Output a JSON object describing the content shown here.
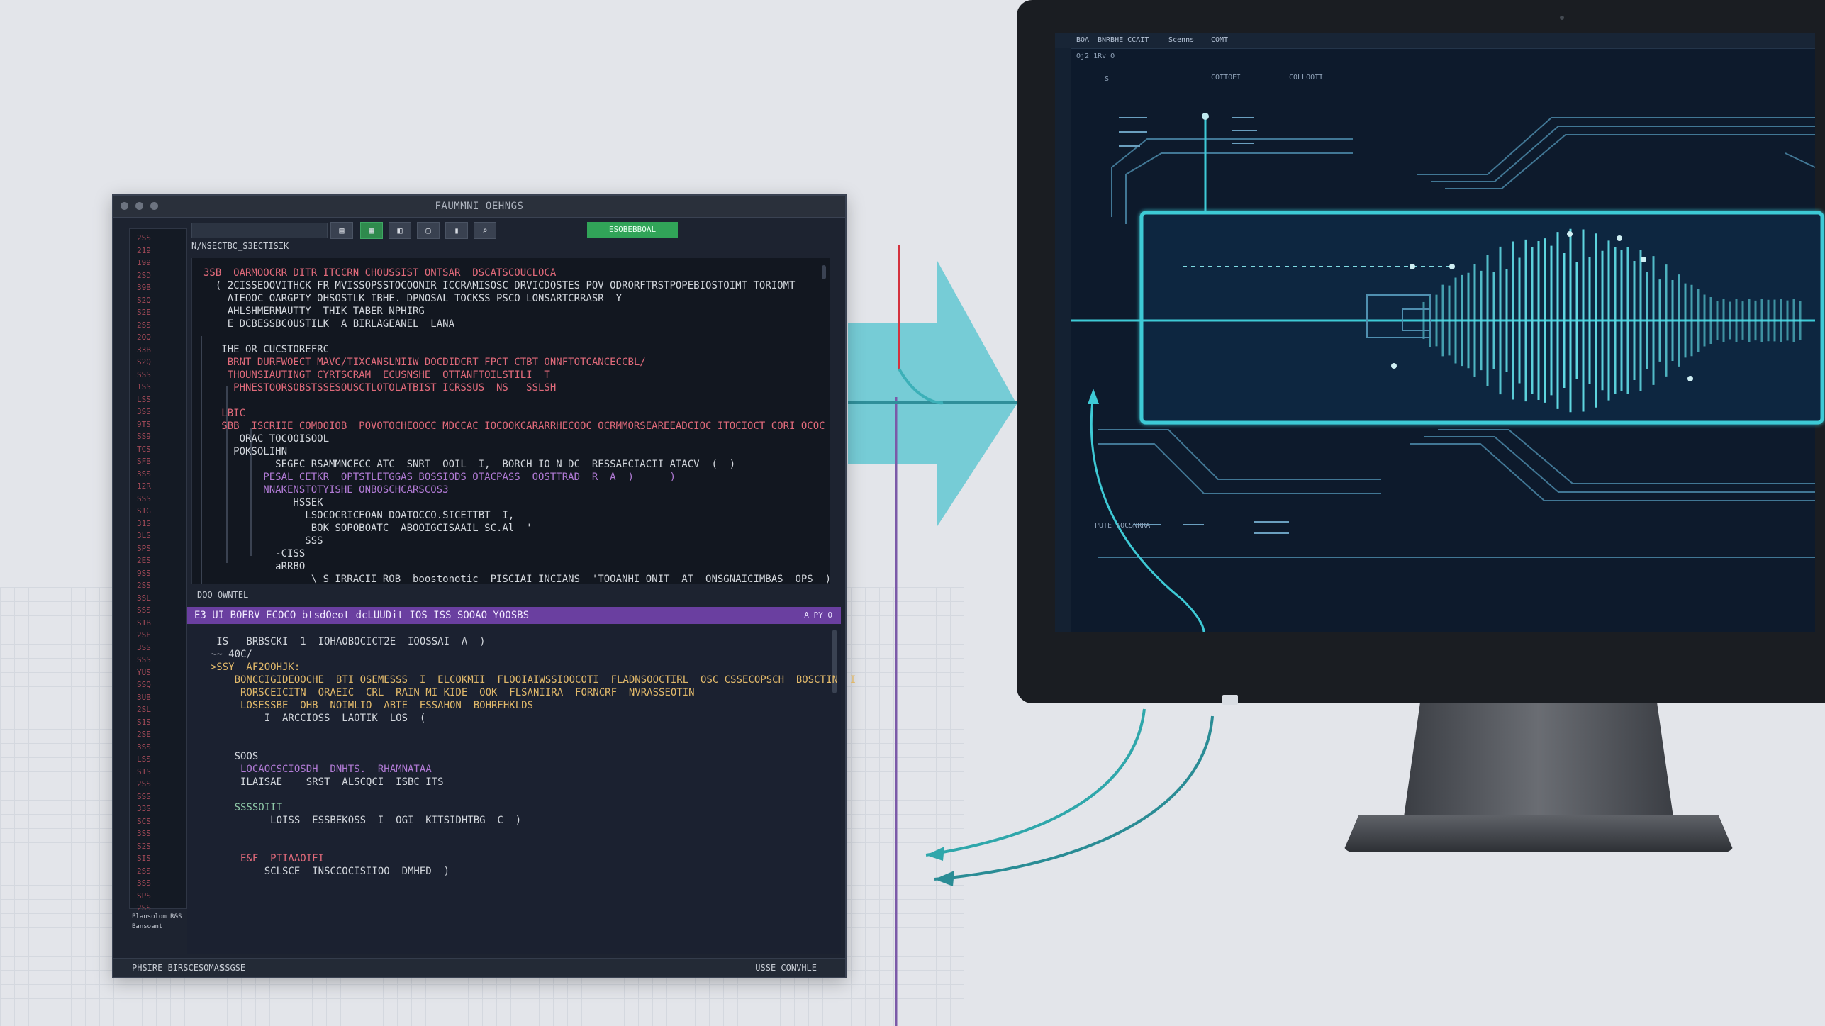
{
  "editor": {
    "window_title": "FAUMMNI OEHNGS",
    "toolbar": {
      "run_label": "ESOBEBBOAL",
      "file_tab": "N/NSECTBC_S3ECTISIK"
    },
    "gutter_lines": [
      "2SS",
      "219",
      "199",
      "2SD",
      "39B",
      "S2Q",
      "S2E",
      "2SS",
      "2QQ",
      "33B",
      "S2Q",
      "SSS",
      "1SS",
      "LSS",
      "3SS",
      "9TS",
      "SS9",
      "TCS",
      "SFB",
      "3SS",
      "12R",
      "SSS",
      "S1G",
      "31S",
      "3LS",
      "SPS",
      "2ES",
      "9SS",
      "2SS",
      "3SL",
      "SSS",
      "S1B",
      "2SE",
      "3SS",
      "SSS",
      "YUS",
      "SSQ",
      "3UB",
      "2SL",
      "S1S",
      "2SE",
      "3SS",
      "LSS",
      "S1S",
      "2SS",
      "SSS",
      "33S",
      "SCS",
      "3SS",
      "S2S",
      "SIS",
      "2SS",
      "3SS",
      "SPS",
      "2SS"
    ],
    "gutter_footer": [
      "Plansolom R&S",
      "Bansoant"
    ],
    "top_code": [
      {
        "t": "3SB  OARMOOCRR DITR ITCCRN CHOUSSIST ONTSAR  DSCATSCOUCLOCA",
        "c": "r"
      },
      {
        "t": "  ( 2CISSEOOVITHCK FR MVISSOPSSTOCOONIR ICCRAMISOSC DRVICDOSTES POV ODRORFTRSTPOPEBIOSTOIMT TORIOMT",
        "c": "k"
      },
      {
        "t": "    AIEOOC OARGPTY OHSOSTLK IBHE. DPNOSAL TOCKSS PSCO LONSARTCRRASR  Y",
        "c": "k"
      },
      {
        "t": "    AHLSHMERMAUTTY  THIK TABER NPHIRG",
        "c": "k"
      },
      {
        "t": "    E DCBESSBCOUSTILK  A BIRLAGEANEL  LANA",
        "c": "k"
      },
      {
        "t": "",
        "c": "k"
      },
      {
        "t": "   IHE OR CUCSTOREFRC",
        "c": "k"
      },
      {
        "t": "    BRNT DURFWOECT MAVC/TIXCANSLNIIW DOCDIDCRT FPCT CTBT ONNFTOTCANCECCBL/",
        "c": "r"
      },
      {
        "t": "    THOUNSIAUTINGT CYRTSCRAM  ECUSNSHE  OTTANFTOILSTILI  T",
        "c": "r"
      },
      {
        "t": "     PHNESTOORSOBSTSSESOUSCTLOTOLATBIST ICRSSUS  NS   SSLSH",
        "c": "r"
      },
      {
        "t": "",
        "c": "k"
      },
      {
        "t": "   LBIC",
        "c": "r"
      },
      {
        "t": "   SBB  ISCRIIE COMOOIOB  POVOTOCHEOOCC MDCCAC IOCOOKCARARRHECOOC OCRMMORSEAREEADCIOC ITOCIOCT CORI OCOC",
        "c": "r"
      },
      {
        "t": "      ORAC TOCOOISOOL",
        "c": "k"
      },
      {
        "t": "     POKSOLIHN",
        "c": "k"
      },
      {
        "t": "            SEGEC RSAMMNCECC ATC  SNRT  OOIL  I,  BORCH IO N DC  RESSAECIACII ATACV  (  )",
        "c": "k"
      },
      {
        "t": "          PESAL CETKR  OPTSTLETGGAS BOSSIODS OTACPASS  OOSTTRAD  R  A  )      )",
        "c": "p"
      },
      {
        "t": "          NNAKENSTOTYISHE ONBOSCHCARSCOS3",
        "c": "p"
      },
      {
        "t": "               HSSEK",
        "c": "k"
      },
      {
        "t": "                 LSOCOCRICEOAN DOATOCCO.SICETTBT  I,",
        "c": "k"
      },
      {
        "t": "                  BOK SOPOBOATC  ABOOIGCISAAIL SC.Al  '",
        "c": "k"
      },
      {
        "t": "                 SSS",
        "c": "k"
      },
      {
        "t": "            -CISS",
        "c": "k"
      },
      {
        "t": "            aRRBO",
        "c": "k"
      },
      {
        "t": "                  \\ S IRRACII ROB  boostonotic  PISCIAI INCIANS  'TOOANHI ONIT  AT  ONSGNAICIMBAS  OPS  )",
        "c": "k"
      }
    ],
    "panel_label": "DOO  OWNTEL",
    "bottom_bar_title": "E3  UI BOERV  ECOCO  btsdOeot dcLUUDit  IOS  ISS  SOOAO  YOOSBS",
    "bottom_bar_controls": "A  PY  O",
    "bottom_code": [
      {
        "t": "   IS   BRBSCKI  1  IOHAOBOCICT2E  IOOSSAI  A  )",
        "c": "k"
      },
      {
        "t": "  ~~ 40C/",
        "c": "k"
      },
      {
        "t": "  >SSY  AF2OOHJK:",
        "c": "y"
      },
      {
        "t": "      BONCCIGIDEOOCHE  BTI OSEMESSS  I  ELCOKMII  FLOOIAIWSSIOOCOTI  FLADNSOOCTIRL  OSC CSSECOPSCH  BOSCTIN  I",
        "c": "y"
      },
      {
        "t": "       RORSCEICITN  ORAEIC  CRL  RAIN MI KIDE  OOK  FLSANIIRA  FORNCRF  NVRASSEOTIN",
        "c": "y"
      },
      {
        "t": "       LOSESSBE  OHB  NOIMLIO  ABTE  ESSAHON  BOHREHKLDS",
        "c": "y"
      },
      {
        "t": "           I  ARCCIOSS  LAOTIK  LOS  (",
        "c": "k"
      },
      {
        "t": "",
        "c": "k"
      },
      {
        "t": "",
        "c": "k"
      },
      {
        "t": "      SOOS",
        "c": "k"
      },
      {
        "t": "       LOCAOCSCIOSDH  DNHTS.  RHAMNATAA",
        "c": "p"
      },
      {
        "t": "       ILAISAE    SRST  ALSCQCI  ISBC ITS",
        "c": "k"
      },
      {
        "t": "",
        "c": "k"
      },
      {
        "t": "      SSSSOIIT",
        "c": "g"
      },
      {
        "t": "            LOISS  ESSBEKOSS  I  OGI  KITSIDHTBG  C  )",
        "c": "k"
      },
      {
        "t": "",
        "c": "k"
      },
      {
        "t": "",
        "c": "k"
      },
      {
        "t": "       E&F  PTIAAOIFI",
        "c": "r"
      },
      {
        "t": "           SCLSCE  INSCCOCISIIOO  DMHED  )",
        "c": "k"
      }
    ],
    "status_left": "PHSIRE BIRSCESOMAS",
    "status_mid": "SSGSE",
    "status_right": "USSE  CONVHLE"
  },
  "monitor": {
    "menubar": [
      "BOA",
      "BNRBHE CCAIT",
      "Scenns",
      "COMT"
    ],
    "toolbar_labels": [
      "Oj2  1Rv  O",
      "S",
      "COTTOEI",
      "COLLOOTI"
    ],
    "left_labels": [
      "------",
      "------",
      "------"
    ],
    "bottom_labels": [
      "PUTE  TOCSNRRA",
      "------",
      "------"
    ],
    "accent": "#3ecad6",
    "background": "#0d1a2c"
  },
  "colors": {
    "page_bg": "#e3e5ea",
    "editor_bg": "#1d2330",
    "code_bg": "#121720",
    "run_green": "#31a458",
    "purple_bar": "#6a3fa0",
    "arrow_teal": "#63c8d2",
    "wire_teal": "#2fa7ab",
    "wire_red": "#d4323e",
    "wire_purple": "#7b5aa8"
  }
}
